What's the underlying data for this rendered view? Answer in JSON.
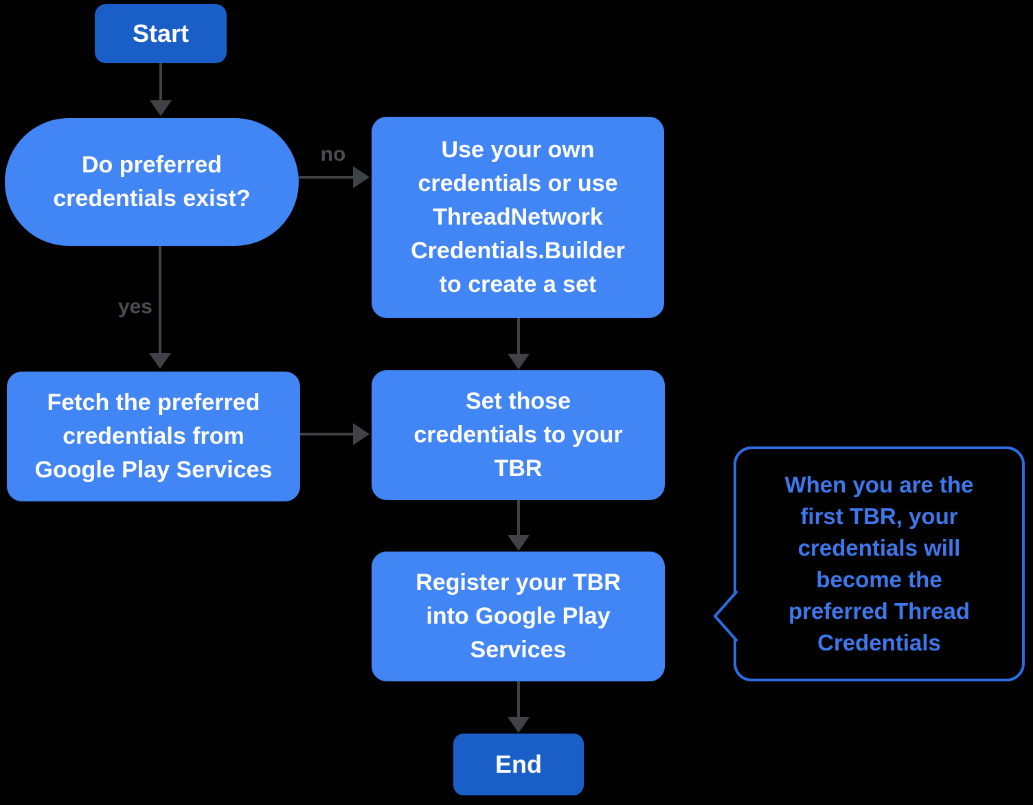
{
  "colors": {
    "background": "#000000",
    "node_fill": "#4285f4",
    "terminal_fill": "#1a5fc8",
    "node_text": "#fdfdfe",
    "arrow": "#3f4347",
    "edge_label": "#4a4e53",
    "callout_border": "#2e6ce4",
    "callout_text": "#3d79ec"
  },
  "nodes": {
    "start": {
      "label": "Start"
    },
    "decision": {
      "label": "Do preferred\ncredentials exist?"
    },
    "use_own": {
      "label": "Use your own\ncredentials or use\nThreadNetwork\nCredentials.Builder\nto create a set"
    },
    "fetch": {
      "label": "Fetch the preferred\ncredentials from\nGoogle Play Services"
    },
    "set_credentials": {
      "label": "Set those\ncredentials to your\nTBR"
    },
    "register": {
      "label": "Register your TBR\ninto Google Play\nServices"
    },
    "end": {
      "label": "End"
    }
  },
  "edges": {
    "no_label": "no",
    "yes_label": "yes"
  },
  "callout": {
    "text": "When you are the\nfirst TBR, your\ncredentials will\nbecome the\npreferred Thread\nCredentials"
  }
}
